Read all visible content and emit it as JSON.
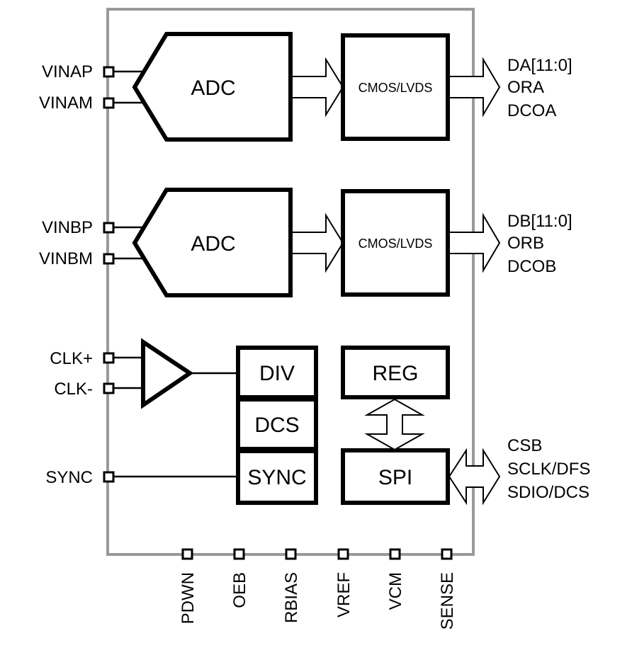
{
  "input_pins": {
    "vinap": "VINAP",
    "vinam": "VINAM",
    "vinbp": "VINBP",
    "vinbm": "VINBM",
    "clk_plus": "CLK+",
    "clk_minus": "CLK-",
    "sync": "SYNC"
  },
  "blocks": {
    "adc_a": "ADC",
    "adc_b": "ADC",
    "cmos_lvds_a": "CMOS/LVDS",
    "cmos_lvds_b": "CMOS/LVDS",
    "div": "DIV",
    "dcs": "DCS",
    "sync": "SYNC",
    "reg": "REG",
    "spi": "SPI"
  },
  "outputs_a": [
    "DA[11:0]",
    "ORA",
    "DCOA"
  ],
  "outputs_b": [
    "DB[11:0]",
    "ORB",
    "DCOB"
  ],
  "spi_pins": [
    "CSB",
    "SCLK/DFS",
    "SDIO/DCS"
  ],
  "bottom_pins": [
    "PDWN",
    "OEB",
    "RBIAS",
    "VREF",
    "VCM",
    "SENSE"
  ],
  "colors": {
    "chip_outline": "#999999",
    "block_stroke": "#000000"
  }
}
